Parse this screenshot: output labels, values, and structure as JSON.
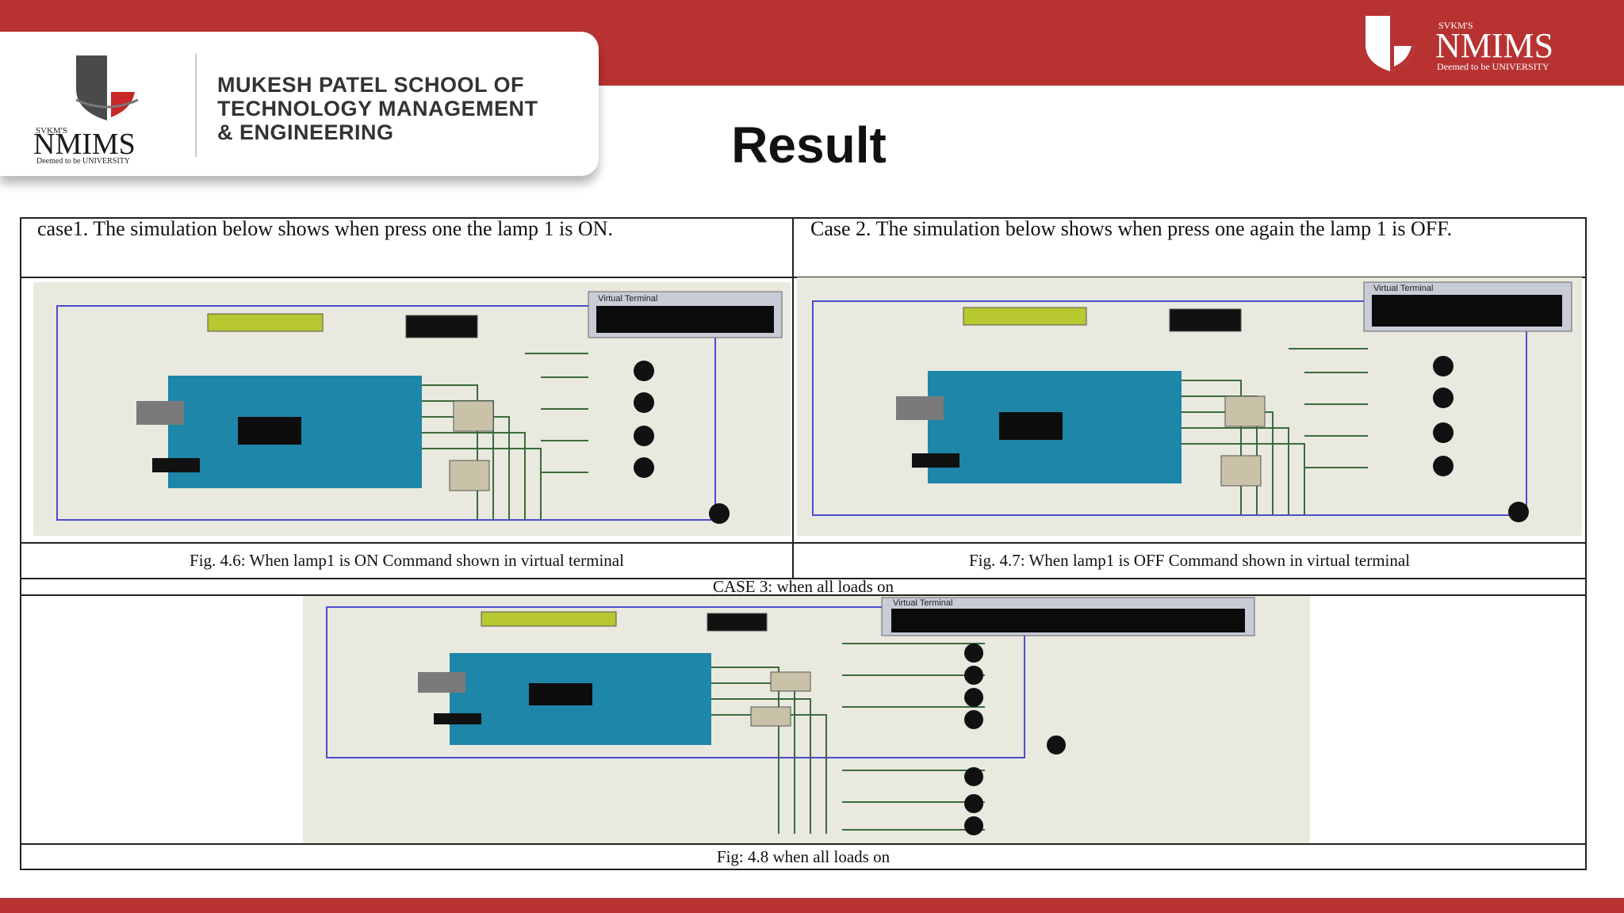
{
  "header": {
    "left_logo": {
      "small_text": "SVKM'S",
      "name": "NMIMS",
      "tagline": "Deemed to be UNIVERSITY"
    },
    "school_name_lines": [
      "MUKESH PATEL SCHOOL OF",
      "TECHNOLOGY MANAGEMENT",
      "& ENGINEERING"
    ],
    "right_logo": {
      "small_text": "SVKM'S",
      "name": "NMIMS",
      "tagline": "Deemed to be UNIVERSITY"
    }
  },
  "title": "Result",
  "table": {
    "case1_text": "case1. The simulation below shows when press one the lamp 1 is ON.",
    "case2_text": "Case 2. The simulation below shows when press one again the lamp 1 is OFF.",
    "fig1_caption": "Fig. 4.6: When lamp1 is ON Command shown in virtual terminal",
    "fig2_caption": "Fig. 4.7: When lamp1 is OFF Command shown in virtual terminal",
    "case3_heading": "CASE 3: when all loads on",
    "fig3_caption": "Fig: 4.8 when all loads on"
  },
  "terminal_title": "Virtual Terminal",
  "colors": {
    "brand_red": "#b83232",
    "board_blue": "#1e86a8",
    "lcd_green": "#b8c830",
    "sim_bg": "#e9e9df"
  }
}
